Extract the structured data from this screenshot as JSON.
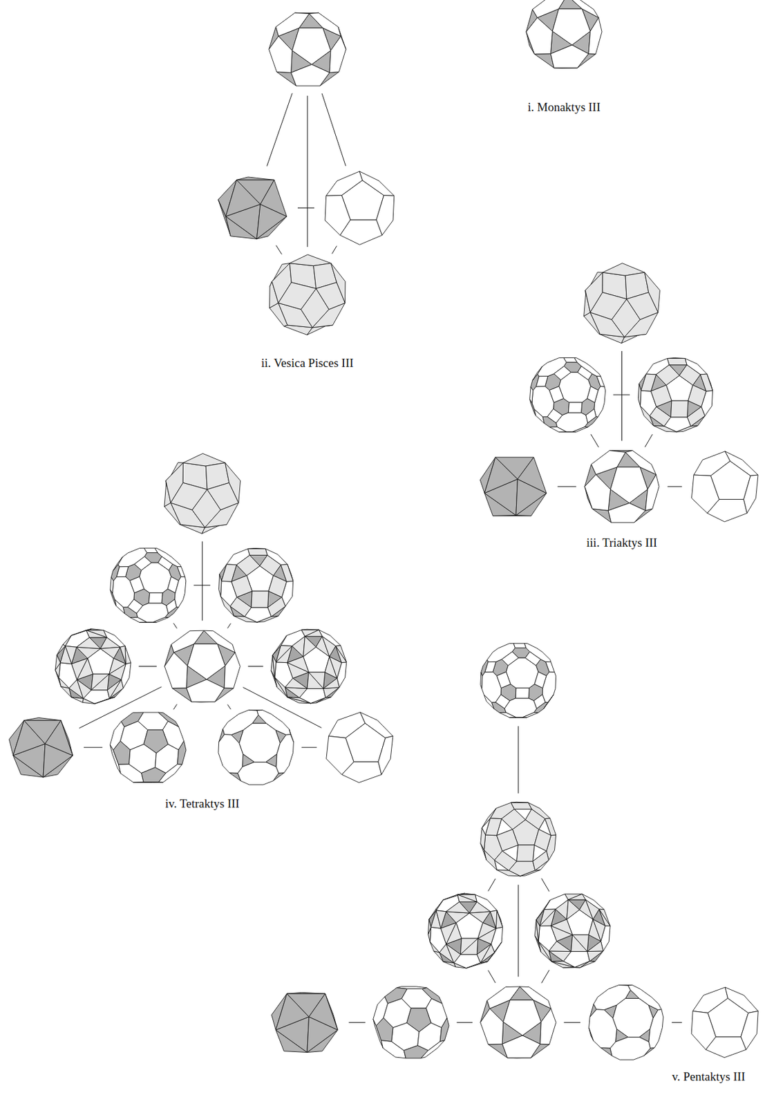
{
  "diagram": {
    "labels": [
      "i. Monaktys III",
      "ii. Vesica Pisces III",
      "iii. Triaktys III",
      "iv. Tetraktys III",
      "v. Pentaktys III"
    ]
  }
}
